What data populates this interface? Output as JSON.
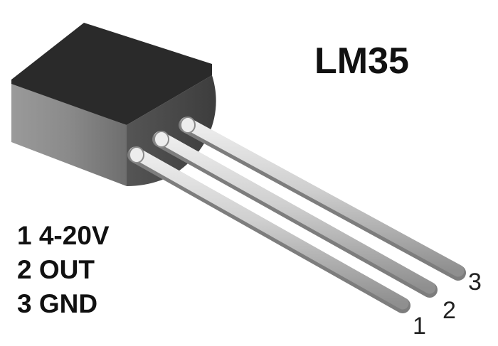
{
  "title": "LM35",
  "pins": [
    {
      "label": "1 4-20V"
    },
    {
      "label": "2 OUT"
    },
    {
      "label": "3 GND"
    }
  ],
  "pin_numbers": [
    "1",
    "2",
    "3"
  ],
  "colors": {
    "body_top": "#2b2b2b",
    "body_front": "#7a7a7a",
    "lead": "#c9c9c9",
    "text": "#111111"
  }
}
